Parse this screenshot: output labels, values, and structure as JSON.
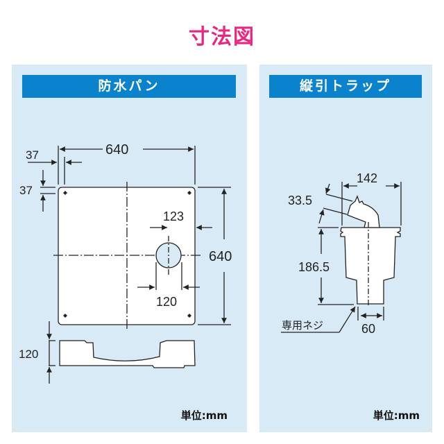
{
  "title": "寸法図",
  "colors": {
    "title": "#e8287f",
    "header": "#0a82cc",
    "panel_bg": "#d8eaf6",
    "drawing_fill": "#ffffff",
    "line": "#222222"
  },
  "panels": [
    {
      "header": "防水パン",
      "unit": "単位:mm",
      "dimensions": {
        "width": "640",
        "depth": "640",
        "corner_offset_x": "37",
        "corner_offset_y": "37",
        "drain_offset": "123",
        "drain_diameter": "120",
        "height": "120"
      }
    },
    {
      "header": "縦引トラップ",
      "unit": "単位:mm",
      "dimensions": {
        "width": "142",
        "inlet_offset": "33.5",
        "height": "186.5",
        "outlet_diameter": "60"
      },
      "callout": "専用ネジ"
    }
  ]
}
